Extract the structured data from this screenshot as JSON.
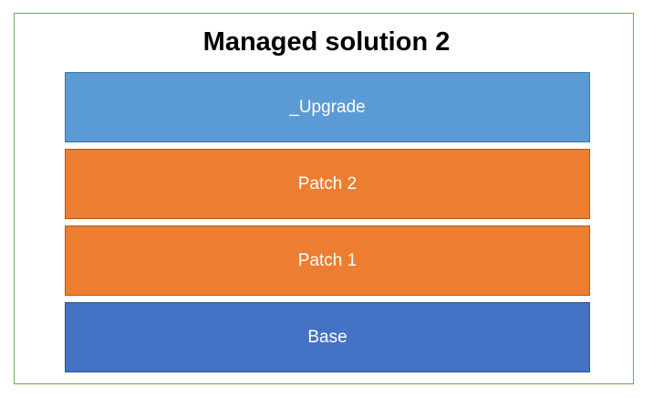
{
  "diagram": {
    "title": "Managed solution 2",
    "title_color": "#000000",
    "frame_border_color": "#70AD47",
    "background_color": "#ffffff",
    "label_text_color": "#ffffff",
    "layers": [
      {
        "label": "_Upgrade",
        "fill": "#5B9BD5",
        "border": "#41719C"
      },
      {
        "label": "Patch 2",
        "fill": "#ED7D31",
        "border": "#AE5A21"
      },
      {
        "label": "Patch 1",
        "fill": "#ED7D31",
        "border": "#AE5A21"
      },
      {
        "label": "Base",
        "fill": "#4472C4",
        "border": "#2F528F"
      }
    ]
  }
}
